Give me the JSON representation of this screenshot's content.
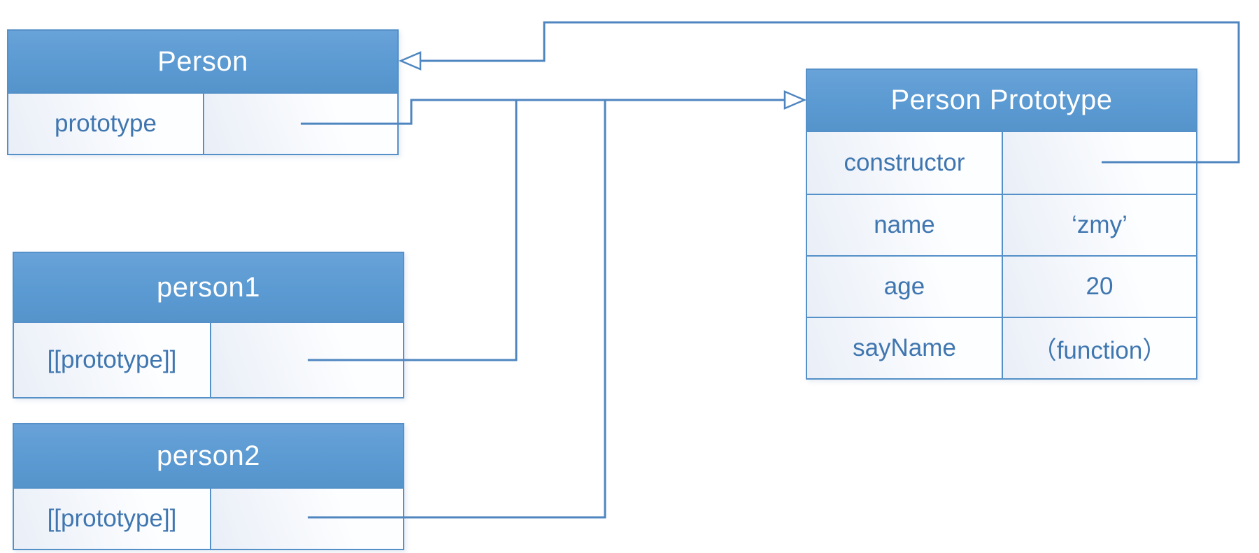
{
  "colors": {
    "header_fill": "#5b9ad2",
    "box_border": "#5590c8",
    "connector": "#4f86c0",
    "cell_text": "#3f76b0",
    "header_text": "#ffffff",
    "background": "#ffffff"
  },
  "boxes": {
    "person": {
      "title": "Person",
      "rows": [
        {
          "key": "prototype",
          "value": ""
        }
      ]
    },
    "person1": {
      "title": "person1",
      "rows": [
        {
          "key": "[[prototype]]",
          "value": ""
        }
      ]
    },
    "person2": {
      "title": "person2",
      "rows": [
        {
          "key": "[[prototype]]",
          "value": ""
        }
      ]
    },
    "person_prototype": {
      "title": "Person Prototype",
      "rows": [
        {
          "key": "constructor",
          "value": ""
        },
        {
          "key": "name",
          "value": "‘zmy’"
        },
        {
          "key": "age",
          "value": "20"
        },
        {
          "key": "sayName",
          "value": "（function）"
        }
      ]
    }
  },
  "edges": [
    {
      "from": "Person.prototype",
      "to": "Person Prototype",
      "arrow": "open-triangle-right"
    },
    {
      "from": "person1.[[prototype]]",
      "to": "Person Prototype",
      "arrow": "joins-shared-line"
    },
    {
      "from": "person2.[[prototype]]",
      "to": "Person Prototype",
      "arrow": "joins-shared-line"
    },
    {
      "from": "Person Prototype.constructor",
      "to": "Person",
      "arrow": "open-triangle-left"
    }
  ]
}
